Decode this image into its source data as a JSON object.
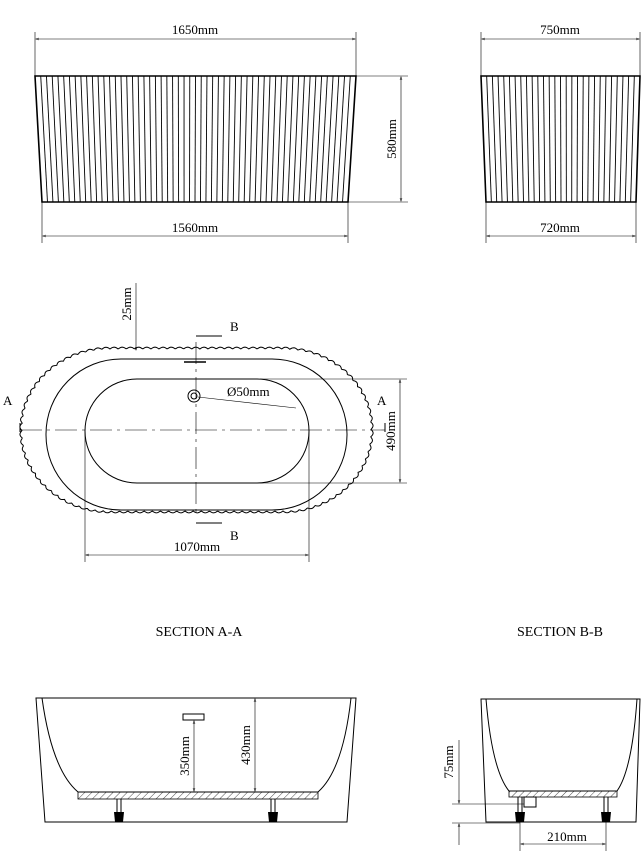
{
  "front_view": {
    "top_width_label": "1650mm",
    "bottom_width_label": "1560mm",
    "height_label": "580mm"
  },
  "side_view": {
    "top_width_label": "750mm",
    "bottom_width_label": "720mm"
  },
  "plan_view": {
    "rim_label": "25mm",
    "drain_label": "Ø50mm",
    "inner_width_label": "490mm",
    "inner_length_label": "1070mm",
    "section_a_letter": "A",
    "section_b_letter": "B"
  },
  "section_a": {
    "title": "SECTION A-A",
    "drain_height_label": "350mm",
    "inner_depth_label": "430mm"
  },
  "section_b": {
    "title": "SECTION B-B",
    "leg_height_label": "75mm",
    "leg_spacing_label": "210mm"
  }
}
